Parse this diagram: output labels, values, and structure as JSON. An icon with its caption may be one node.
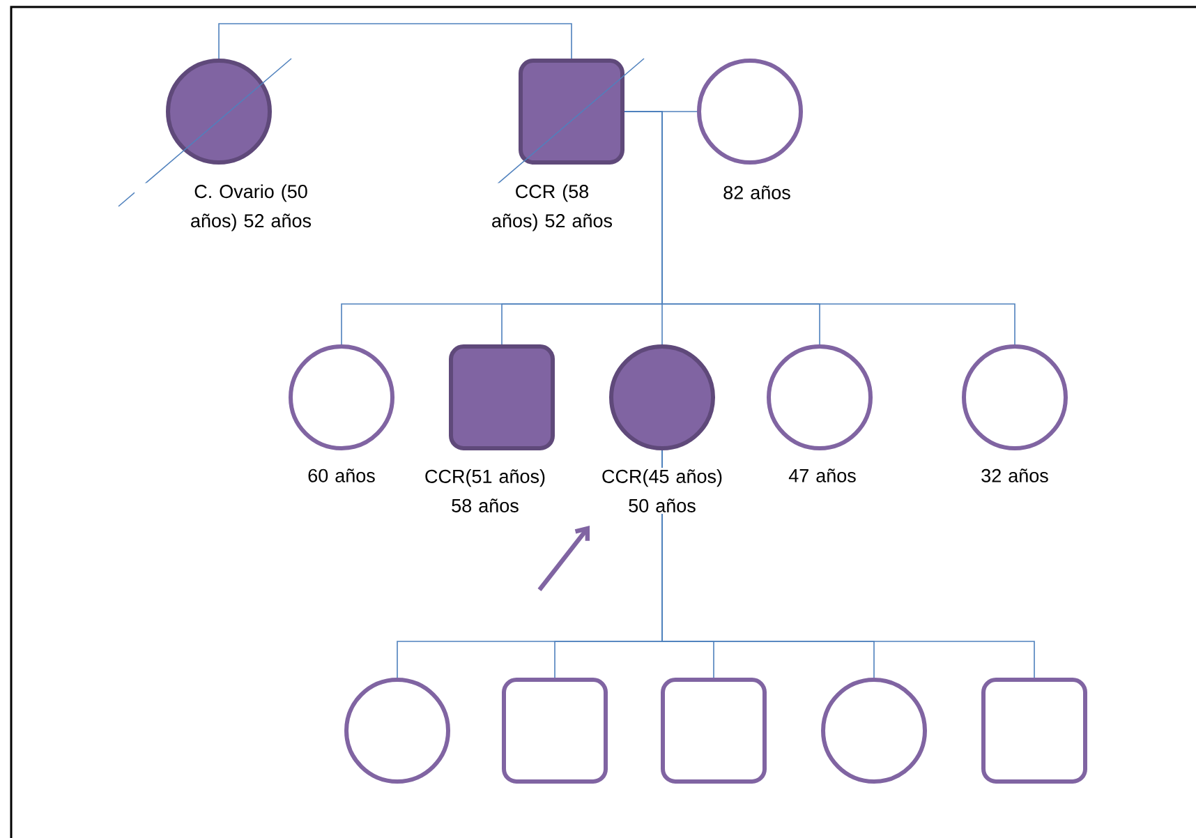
{
  "diagram": {
    "nodes": [
      {
        "text": [],
        "shape": "disc",
        "beside": [
          "C. Ovario (50 años) 52 años"
        ]
      },
      {
        "text": [],
        "shape": "block",
        "beside": [
          "CCR (58 años) 52 años"
        ]
      },
      {
        "text": [],
        "shape": "circle",
        "beside": [
          "82 años"
        ]
      },
      {
        "text": [],
        "shape": "circle",
        "beside": [
          "60 años"
        ]
      },
      {
        "text": [],
        "shape": "block",
        "beside": [
          "CCR(51 años) 58 años"
        ]
      },
      {
        "text": [],
        "shape": "disc",
        "beside": [
          "CCR(45 años) 50 años"
        ]
      },
      {
        "text": [],
        "shape": "circle",
        "beside": [
          "47 años"
        ]
      },
      {
        "text": [],
        "shape": "circle",
        "beside": [
          "32 años"
        ]
      },
      {
        "text": [],
        "shape": "circle"
      },
      {
        "text": [],
        "shape": "box"
      },
      {
        "text": [],
        "shape": "box"
      },
      {
        "text": [],
        "shape": "circle"
      },
      {
        "text": [],
        "shape": "box"
      }
    ],
    "edges": [
      {
        "from": 0,
        "to": 1,
        "arrow": "none"
      },
      {
        "from": 1,
        "to": 2,
        "arrow": "none"
      },
      {
        "from": 1,
        "to": 3,
        "arrow": "none"
      },
      {
        "from": 1,
        "to": 4,
        "arrow": "none"
      },
      {
        "from": 1,
        "to": 5,
        "arrow": "none"
      },
      {
        "from": 1,
        "to": 6,
        "arrow": "none"
      },
      {
        "from": 1,
        "to": 7,
        "arrow": "none"
      },
      {
        "from": 5,
        "to": 8,
        "arrow": "none"
      },
      {
        "from": 5,
        "to": 9,
        "arrow": "none"
      },
      {
        "from": 5,
        "to": 10,
        "arrow": "none"
      },
      {
        "from": 5,
        "to": 11,
        "arrow": "none"
      },
      {
        "from": 5,
        "to": 12,
        "arrow": "none"
      },
      {
        "from": null,
        "to": 5,
        "arrow": "to",
        "color": "#8064a2",
        "style": "thick"
      }
    ]
  }
}
